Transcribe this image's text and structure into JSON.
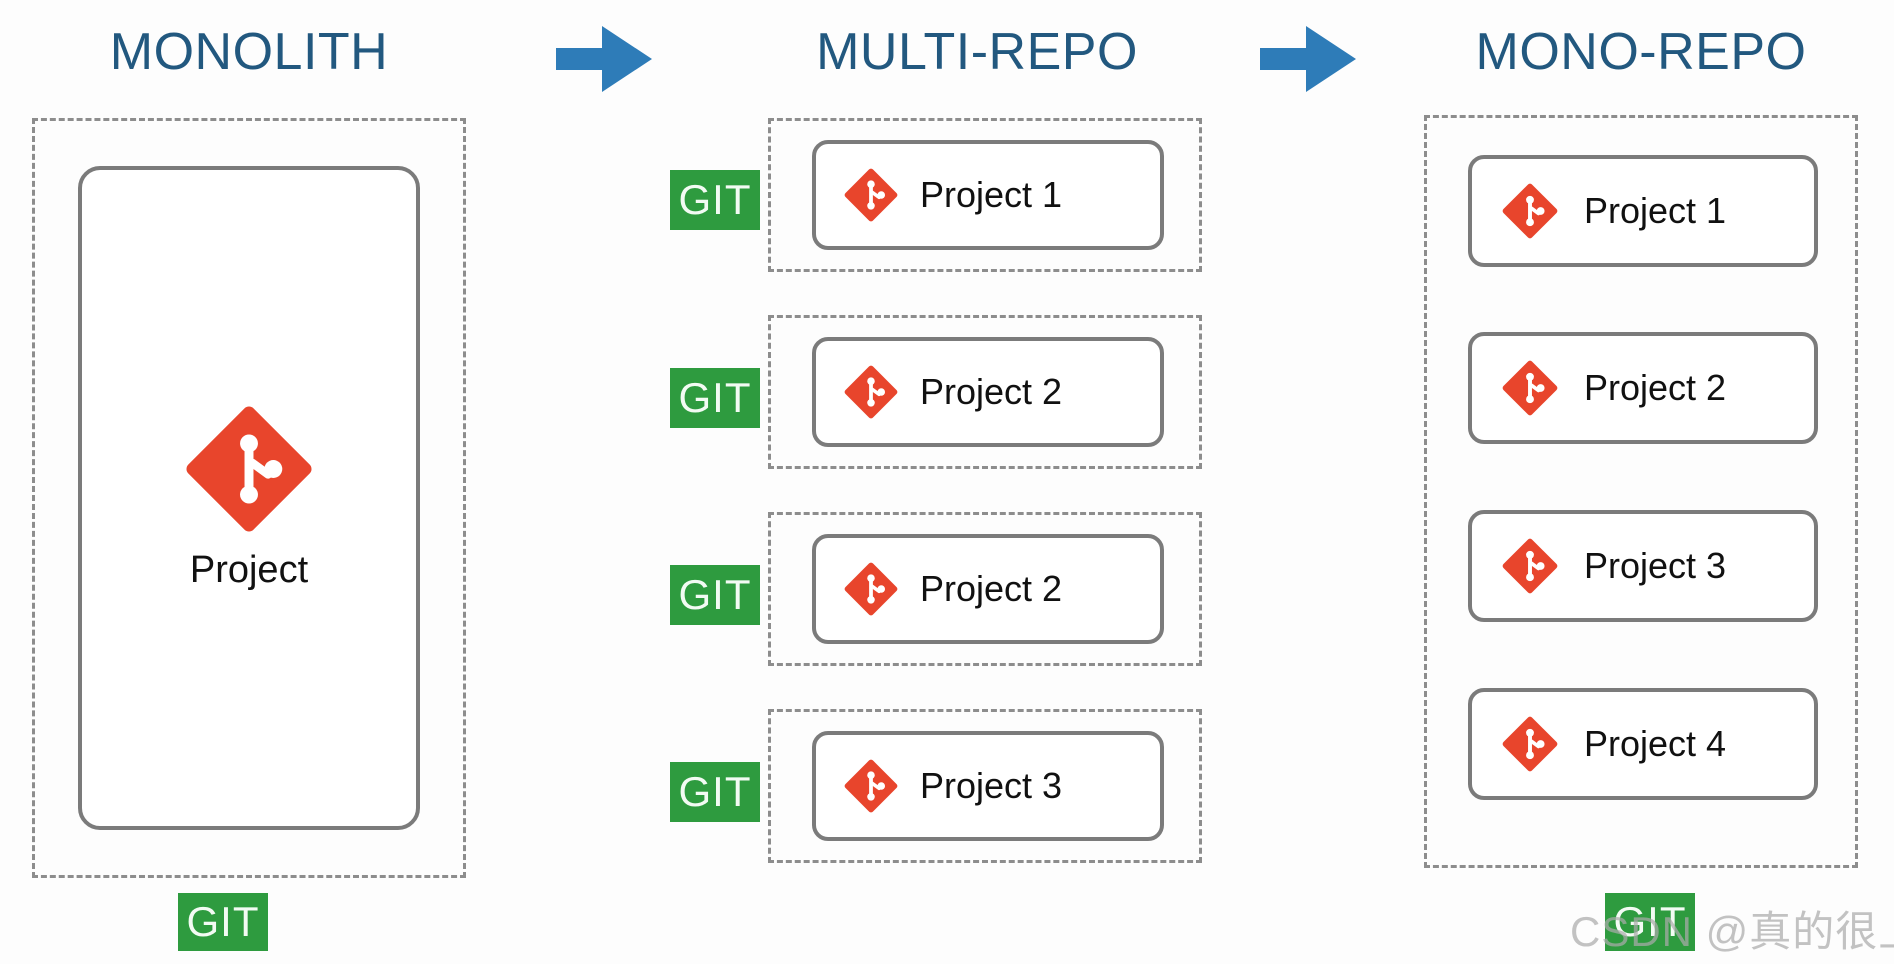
{
  "diagram": {
    "title_color": "#22587f",
    "arrow_color": "#2e7cb8",
    "git_badge_color": "#2e9b3f",
    "git_logo_color": "#e8452c",
    "box_border_color": "#7b7b7b",
    "dashed_border_color": "#8d8d8d"
  },
  "columns": {
    "monolith": {
      "title": "MONOLITH",
      "project": {
        "label": "Project",
        "icon": "git-logo-icon"
      },
      "bottom_badge": "GIT"
    },
    "multirepo": {
      "title": "MULTI-REPO",
      "rows": [
        {
          "badge": "GIT",
          "label": "Project 1",
          "icon": "git-logo-icon"
        },
        {
          "badge": "GIT",
          "label": "Project 2",
          "icon": "git-logo-icon"
        },
        {
          "badge": "GIT",
          "label": "Project 2",
          "icon": "git-logo-icon"
        },
        {
          "badge": "GIT",
          "label": "Project 3",
          "icon": "git-logo-icon"
        }
      ]
    },
    "monorepo": {
      "title": "MONO-REPO",
      "rows": [
        {
          "label": "Project 1",
          "icon": "git-logo-icon"
        },
        {
          "label": "Project 2",
          "icon": "git-logo-icon"
        },
        {
          "label": "Project 3",
          "icon": "git-logo-icon"
        },
        {
          "label": "Project 4",
          "icon": "git-logo-icon"
        }
      ],
      "bottom_badge": "GIT"
    }
  },
  "arrows": [
    {
      "name": "arrow-monolith-to-multirepo",
      "direction": "right"
    },
    {
      "name": "arrow-multirepo-to-monorepo",
      "direction": "right"
    }
  ],
  "watermark": {
    "text": "CSDN @真的很上进"
  }
}
